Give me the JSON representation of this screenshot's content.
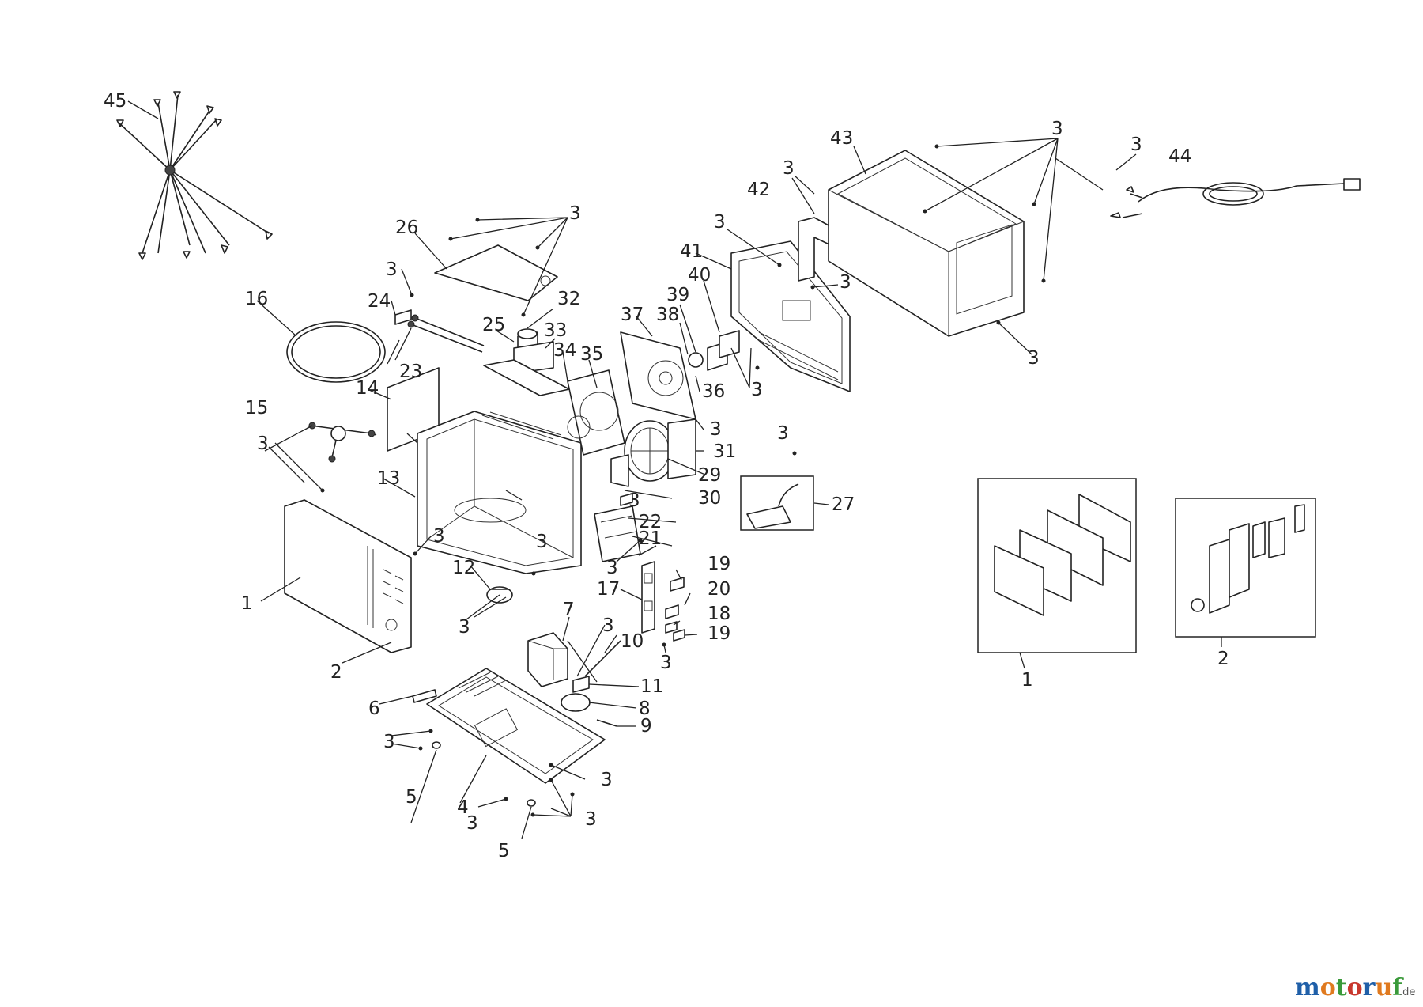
{
  "labels": {
    "l45": "45",
    "l43": "43",
    "l44": "44",
    "l42": "42",
    "l41": "41",
    "l40": "40",
    "l39": "39",
    "l38": "38",
    "l37": "37",
    "l36": "36",
    "l35": "35",
    "l34": "34",
    "l33": "33",
    "l32": "32",
    "l31": "31",
    "l30": "30",
    "l29": "29",
    "l27": "27",
    "l26": "26",
    "l25": "25",
    "l24": "24",
    "l23": "23",
    "l22": "22",
    "l21": "21",
    "l20": "20",
    "l19a": "19",
    "l19b": "19",
    "l18": "18",
    "l17": "17",
    "l16": "16",
    "l15": "15",
    "l14": "14",
    "l13": "13",
    "l12": "12",
    "l11": "11",
    "l10": "10",
    "l9": "9",
    "l8": "8",
    "l7": "7",
    "l6": "6",
    "l5a": "5",
    "l5b": "5",
    "l4": "4",
    "l2": "2",
    "l1": "1",
    "box1": "1",
    "box2": "2",
    "s3a": "3",
    "s3b": "3",
    "s3c": "3",
    "s3d": "3",
    "s3e": "3",
    "s3f": "3",
    "s3g": "3",
    "s3h": "3",
    "s3i": "3",
    "s3j": "3",
    "s3k": "3",
    "s3l": "3",
    "s3m": "3",
    "s3n": "3",
    "s3o": "3",
    "s3p": "3",
    "s3q": "3",
    "s3r": "3",
    "s3s": "3",
    "s3t": "3",
    "s3u": "3",
    "s3v": "3"
  },
  "watermark": {
    "brand": "motoruf",
    "suffix": ".de",
    "colors": [
      "#1f5fa8",
      "#e07a1f",
      "#3a9a3a",
      "#c8372d",
      "#1f5fa8",
      "#e07a1f",
      "#3a9a3a"
    ]
  }
}
